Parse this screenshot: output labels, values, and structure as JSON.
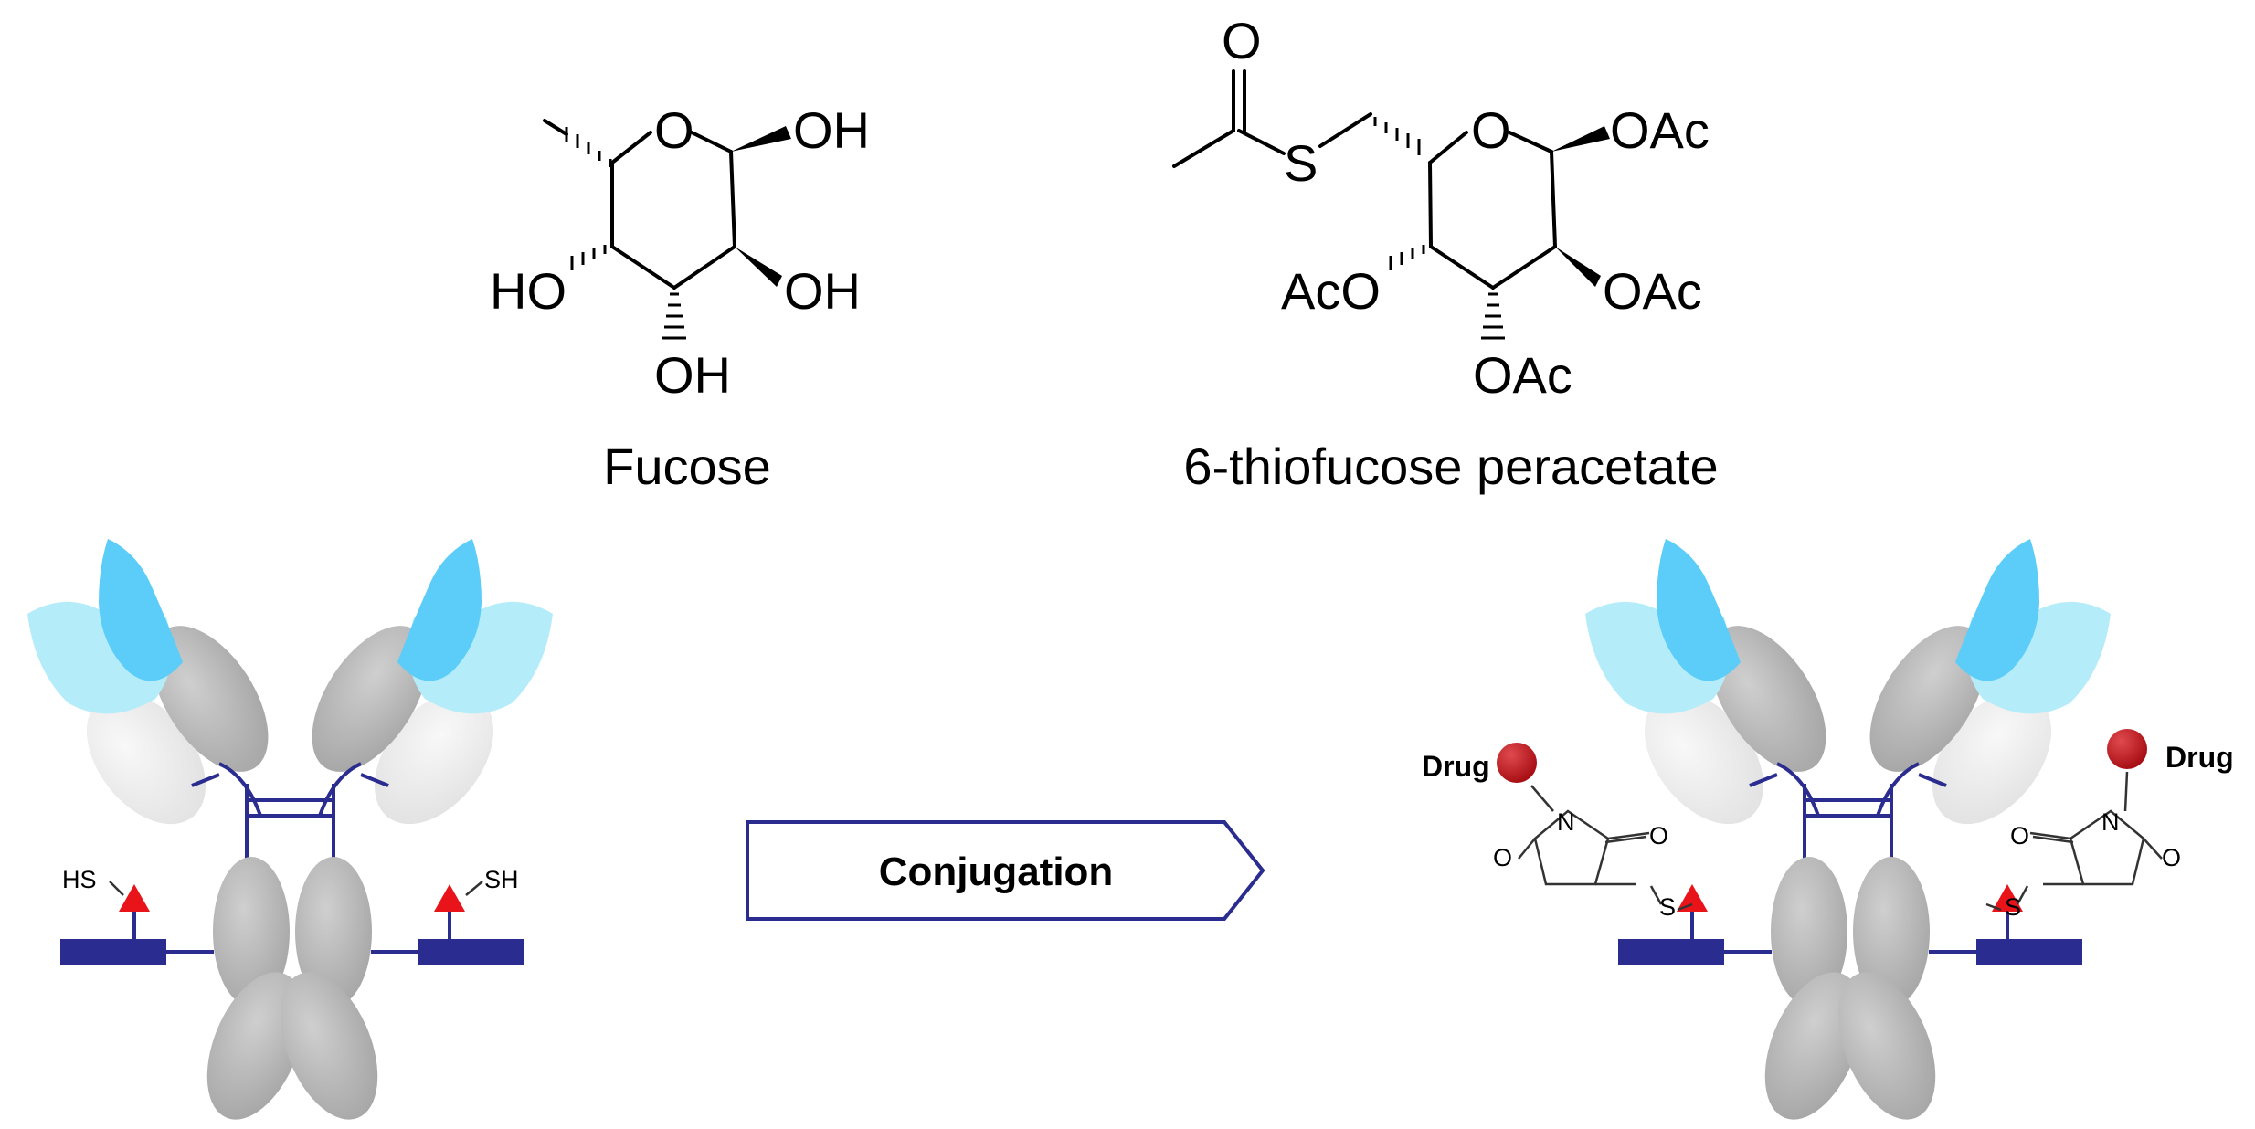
{
  "molecules": {
    "fucose": {
      "caption": "Fucose",
      "substituents": {
        "anomeric": "OH",
        "c2": "OH",
        "c3": "OH",
        "c4": "HO",
        "ring_o": "O"
      }
    },
    "thiofucose": {
      "caption": "6-thiofucose peracetate",
      "substituents": {
        "anomeric": "OAc",
        "c2": "OAc",
        "c3": "OAc",
        "c4": "AcO",
        "ring_o": "O",
        "thio": "S",
        "carbonyl_o": "O"
      }
    }
  },
  "antibody_left": {
    "thiol_left": "HS",
    "thiol_right": "SH"
  },
  "antibody_right": {
    "drug_left": "Drug",
    "drug_right": "Drug",
    "n_label": "N",
    "o_label": "O",
    "s_label": "S"
  },
  "process_arrow": {
    "label": "Conjugation"
  },
  "colors": {
    "vh_domain": "#5cccf8",
    "vl_domain": "#b5ecfa",
    "constant_domain": "#b4b4b4",
    "light_constant": "#eeeeee",
    "glycan_bar": "#2a2d8f",
    "disulfide": "#2a2d8f",
    "fucose_marker": "#e8141a",
    "drug_sphere": "#c4171d",
    "arrow_border": "#2a2d8f"
  }
}
